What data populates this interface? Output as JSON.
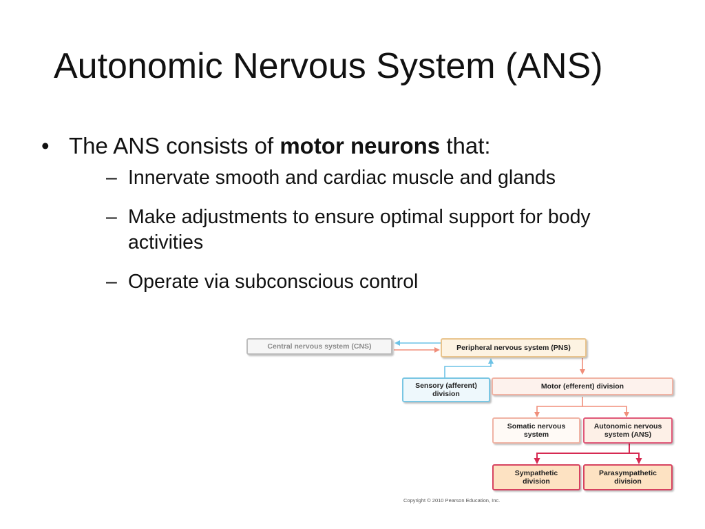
{
  "slide": {
    "title": "Autonomic Nervous System (ANS)",
    "bullet": {
      "prefix": "The ANS consists of ",
      "emphasis": "motor neurons",
      "suffix": " that:"
    },
    "subbullets": [
      "Innervate smooth and cardiac muscle and glands",
      "Make adjustments to ensure optimal support for body activities",
      "Operate via subconscious control"
    ]
  },
  "diagram": {
    "nodes": {
      "cns": "Central nervous system (CNS)",
      "pns": "Peripheral nervous system (PNS)",
      "sensory_line1": "Sensory (afferent)",
      "sensory_line2": "division",
      "motor": "Motor (efferent) division",
      "somatic_line1": "Somatic nervous",
      "somatic_line2": "system",
      "ans_line1": "Autonomic nervous",
      "ans_line2": "system (ANS)",
      "symp_line1": "Sympathetic",
      "symp_line2": "division",
      "para_line1": "Parasympathetic",
      "para_line2": "division"
    },
    "colors": {
      "sensory_arrow": "#6cc2e6",
      "motor_arrow": "#f08e7a",
      "ans_arrow": "#d62a52"
    },
    "copyright": "Copyright © 2010 Pearson Education, Inc."
  }
}
